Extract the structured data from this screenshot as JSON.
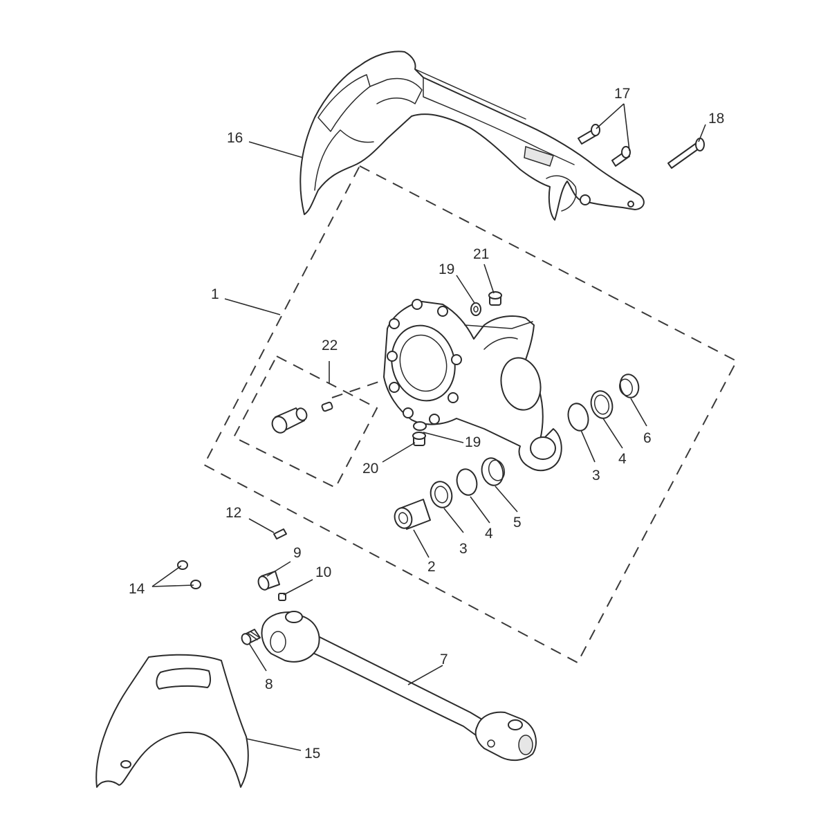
{
  "callouts": [
    {
      "id": "c1",
      "label": "1"
    },
    {
      "id": "c2",
      "label": "2"
    },
    {
      "id": "c3a",
      "label": "3"
    },
    {
      "id": "c3b",
      "label": "3"
    },
    {
      "id": "c4a",
      "label": "4"
    },
    {
      "id": "c4b",
      "label": "4"
    },
    {
      "id": "c5",
      "label": "5"
    },
    {
      "id": "c6",
      "label": "6"
    },
    {
      "id": "c7",
      "label": "7"
    },
    {
      "id": "c8",
      "label": "8"
    },
    {
      "id": "c9",
      "label": "9"
    },
    {
      "id": "c10",
      "label": "10"
    },
    {
      "id": "c12",
      "label": "12"
    },
    {
      "id": "c14",
      "label": "14"
    },
    {
      "id": "c15",
      "label": "15"
    },
    {
      "id": "c16",
      "label": "16"
    },
    {
      "id": "c17",
      "label": "17"
    },
    {
      "id": "c18",
      "label": "18"
    },
    {
      "id": "c19a",
      "label": "19"
    },
    {
      "id": "c19b",
      "label": "19"
    },
    {
      "id": "c20",
      "label": "20"
    },
    {
      "id": "c21",
      "label": "21"
    },
    {
      "id": "c22",
      "label": "22"
    }
  ],
  "colors": {
    "line": "#2b2b2b",
    "background": "#ffffff"
  }
}
